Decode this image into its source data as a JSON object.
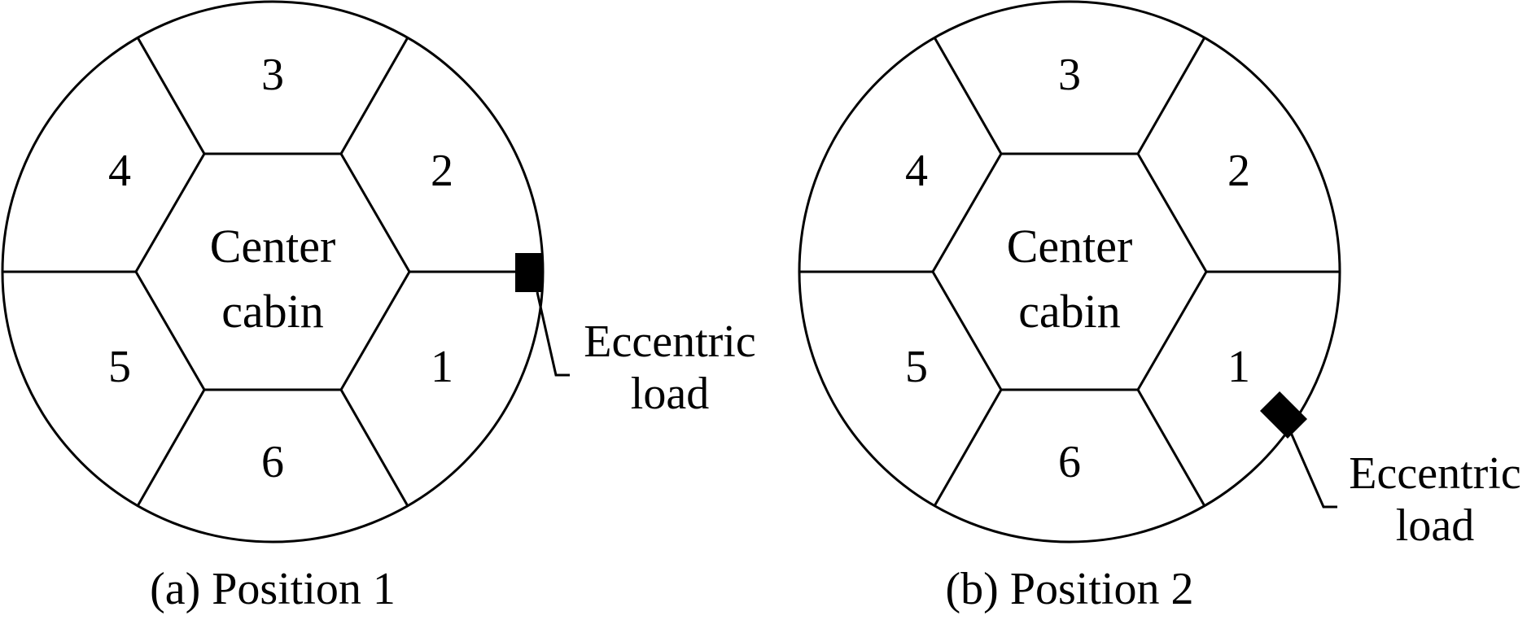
{
  "colors": {
    "line": "#000000",
    "background": "#ffffff",
    "load_marker": "#000000"
  },
  "panels": [
    {
      "caption": "(a) Position 1",
      "center_label": [
        "Center",
        "cabin"
      ],
      "section_labels": [
        "1",
        "2",
        "3",
        "4",
        "5",
        "6"
      ],
      "eccentric_load_label": [
        "Eccentric",
        "load"
      ]
    },
    {
      "caption": "(b) Position 2",
      "center_label": [
        "Center",
        "cabin"
      ],
      "section_labels": [
        "1",
        "2",
        "3",
        "4",
        "5",
        "6"
      ],
      "eccentric_load_label": [
        "Eccentric",
        "load"
      ]
    }
  ]
}
